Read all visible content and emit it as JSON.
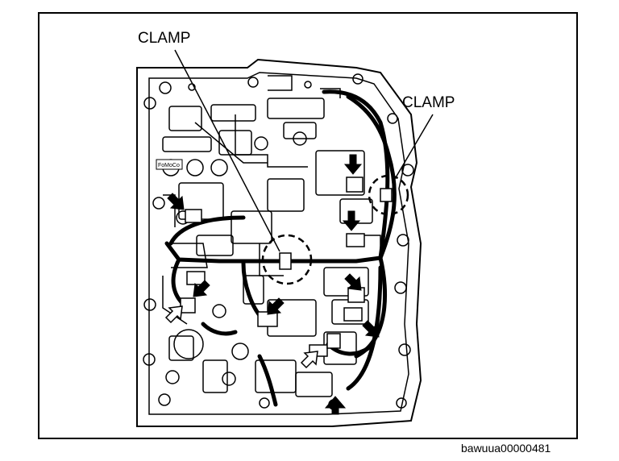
{
  "labels": {
    "clamp_left": "CLAMP",
    "clamp_right": "CLAMP"
  },
  "image_code": "bawuua00000481",
  "icons": {
    "filled_arrow": "black-arrow-icon",
    "outline_arrow": "white-arrow-icon"
  },
  "plate_marking": "FoMoCo"
}
